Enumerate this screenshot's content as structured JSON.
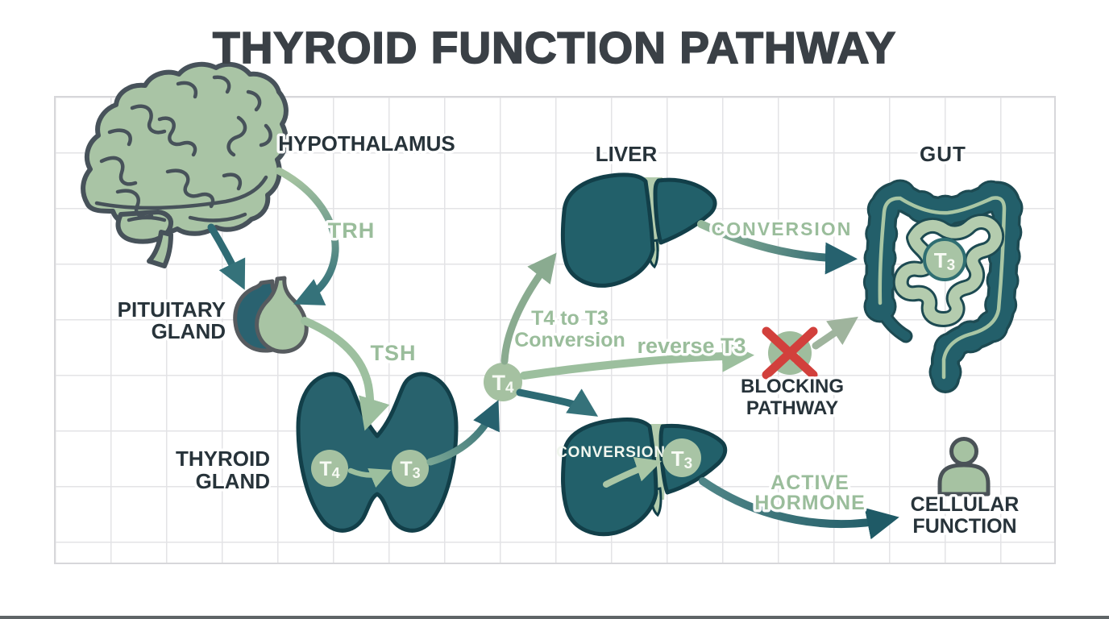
{
  "title": "THYROID FUNCTION PATHWAY",
  "labels": {
    "hypothalamus": "HYPOTHALAMUS",
    "trh": "TRH",
    "pituitary_1": "PITUITARY",
    "pituitary_2": "GLAND",
    "tsh": "TSH",
    "thyroid_1": "THYROID",
    "thyroid_2": "GLAND",
    "t4t3_1": "T4 to T3",
    "t4t3_2": "Conversion",
    "liver": "LIVER",
    "conversion_gut": "CONVERSION",
    "gut": "GUT",
    "reverse_t3": "reverse T3",
    "blocking_1": "BLOCKING",
    "blocking_2": "PATHWAY",
    "liver2_conversion": "CONVERSION",
    "active_1": "ACTIVE",
    "active_2": "HORMONE",
    "cellular_1": "CELLULAR",
    "cellular_2": "FUNCTION"
  },
  "nodes": {
    "t4": {
      "t": "T",
      "sub": "4"
    },
    "t3": {
      "t": "T",
      "sub": "3"
    }
  },
  "colors": {
    "teal_organ": "#24616c",
    "teal_outline": "#123f49",
    "sage_fill": "#a7c2a3",
    "sage_text": "#9abd9b",
    "dark_text": "#27333a",
    "title_text": "#3a4046",
    "red_x": "#d2403c",
    "grid_line": "#e3e3e6"
  }
}
